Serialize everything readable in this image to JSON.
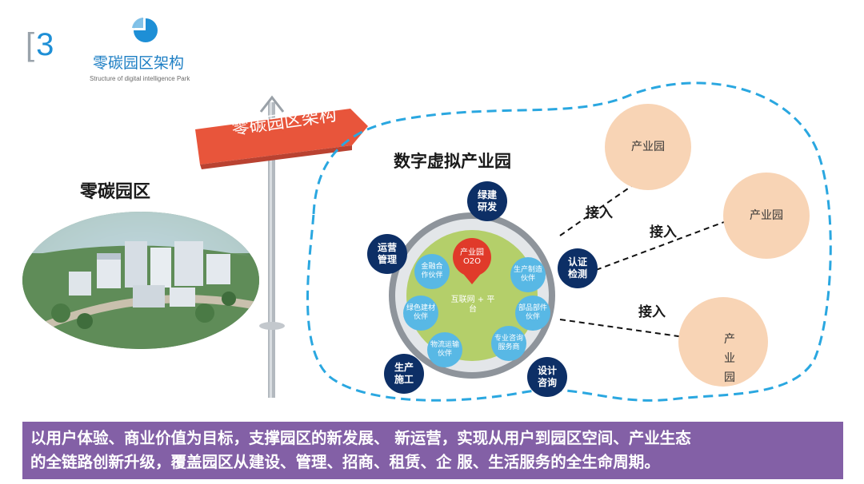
{
  "header": {
    "section_number": "3",
    "bracket": "[",
    "title": "零碳园区架构",
    "subtitle": "Structure of digital intelligence Park"
  },
  "signpost": {
    "text": "零碳园区架构"
  },
  "left": {
    "title": "零碳园区"
  },
  "center": {
    "title": "数字虚拟产业园",
    "core_label": "产业园\nO2O",
    "platform_label": "互联网 + 平台",
    "nodes": [
      "绿建\n研发",
      "认证\n检测",
      "设计\n咨询",
      "生产\n施工",
      "运营\n管理"
    ],
    "partners": [
      "金融合\n作伙伴",
      "生产制造\n伙伴",
      "部品部件\n伙伴",
      "专业咨询\n服务商",
      "物流运输\n伙伴",
      "绿色建材\n伙伴"
    ]
  },
  "connections": [
    "接入",
    "接入",
    "接入"
  ],
  "parks": [
    "产业园",
    "产业园",
    "产\n业\n园"
  ],
  "footer": {
    "line1": "以用户体验、商业价值为目标，支撑园区的新发展、 新运营，实现从用户到园区空间、产业生态",
    "line2": "的全链路创新升级，覆盖园区从建设、管理、招商、租赁、企 服、生活服务的全生命周期。"
  },
  "colors": {
    "accent_blue": "#1e8fd6",
    "node_navy": "#0d2f66",
    "park_peach": "#f8d4b5",
    "sign_red": "#e8553b",
    "footer_purple": "#8360a6",
    "ring_grey": "#8e949b",
    "inner_green": "#b4cf6a",
    "partner_blue": "#58b8e5"
  },
  "icons": {
    "logo": "pie-chart-icon"
  }
}
